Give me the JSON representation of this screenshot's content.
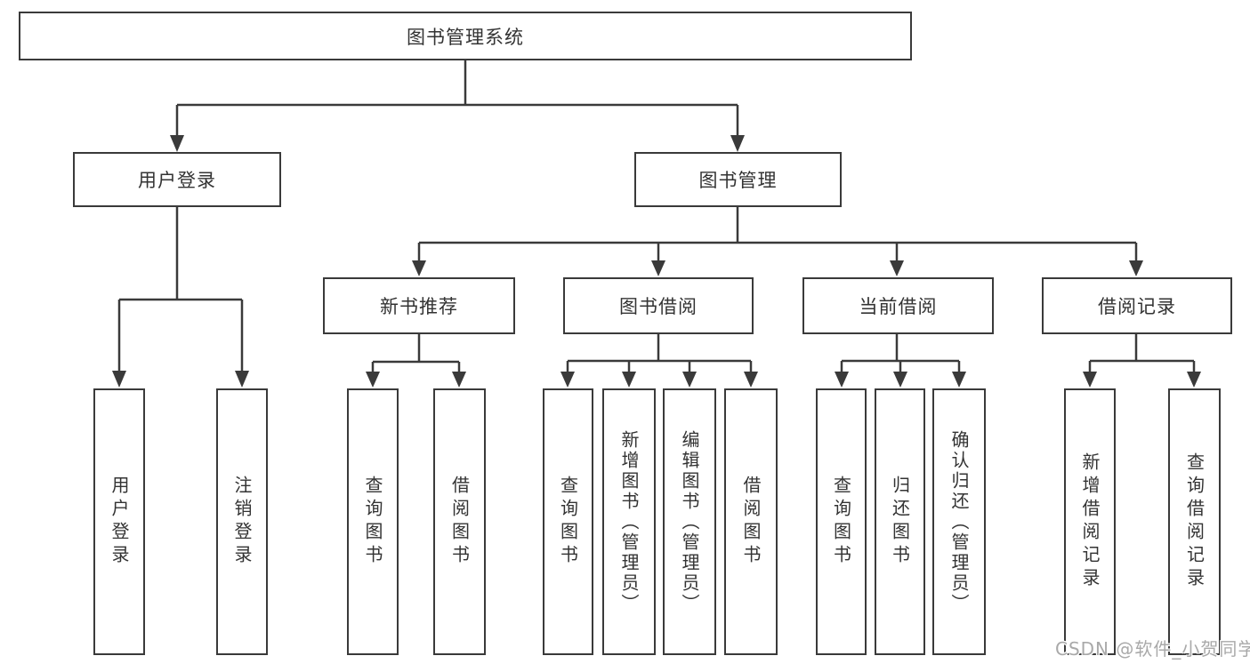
{
  "tree": {
    "label": "图书管理系统",
    "children": [
      {
        "label": "用户登录",
        "children": [
          {
            "label": "用户登录"
          },
          {
            "label": "注销登录"
          }
        ]
      },
      {
        "label": "图书管理",
        "children": [
          {
            "label": "新书推荐",
            "children": [
              {
                "label": "查询图书"
              },
              {
                "label": "借阅图书"
              }
            ]
          },
          {
            "label": "图书借阅",
            "children": [
              {
                "label": "查询图书"
              },
              {
                "label": "新增图书（管理员）"
              },
              {
                "label": "编辑图书（管理员）"
              },
              {
                "label": "借阅图书"
              }
            ]
          },
          {
            "label": "当前借阅",
            "children": [
              {
                "label": "查询图书"
              },
              {
                "label": "归还图书"
              },
              {
                "label": "确认归还（管理员）"
              }
            ]
          },
          {
            "label": "借阅记录",
            "children": [
              {
                "label": "新增借阅记录"
              },
              {
                "label": "查询借阅记录"
              }
            ]
          }
        ]
      }
    ]
  },
  "watermark": {
    "text": "CSDN @软件_小贺同学"
  },
  "colors": {
    "line": "#3a3a3a",
    "border": "#3a3a3a",
    "text": "#333333",
    "background": "#ffffff",
    "watermark": "#a9a9a9"
  }
}
